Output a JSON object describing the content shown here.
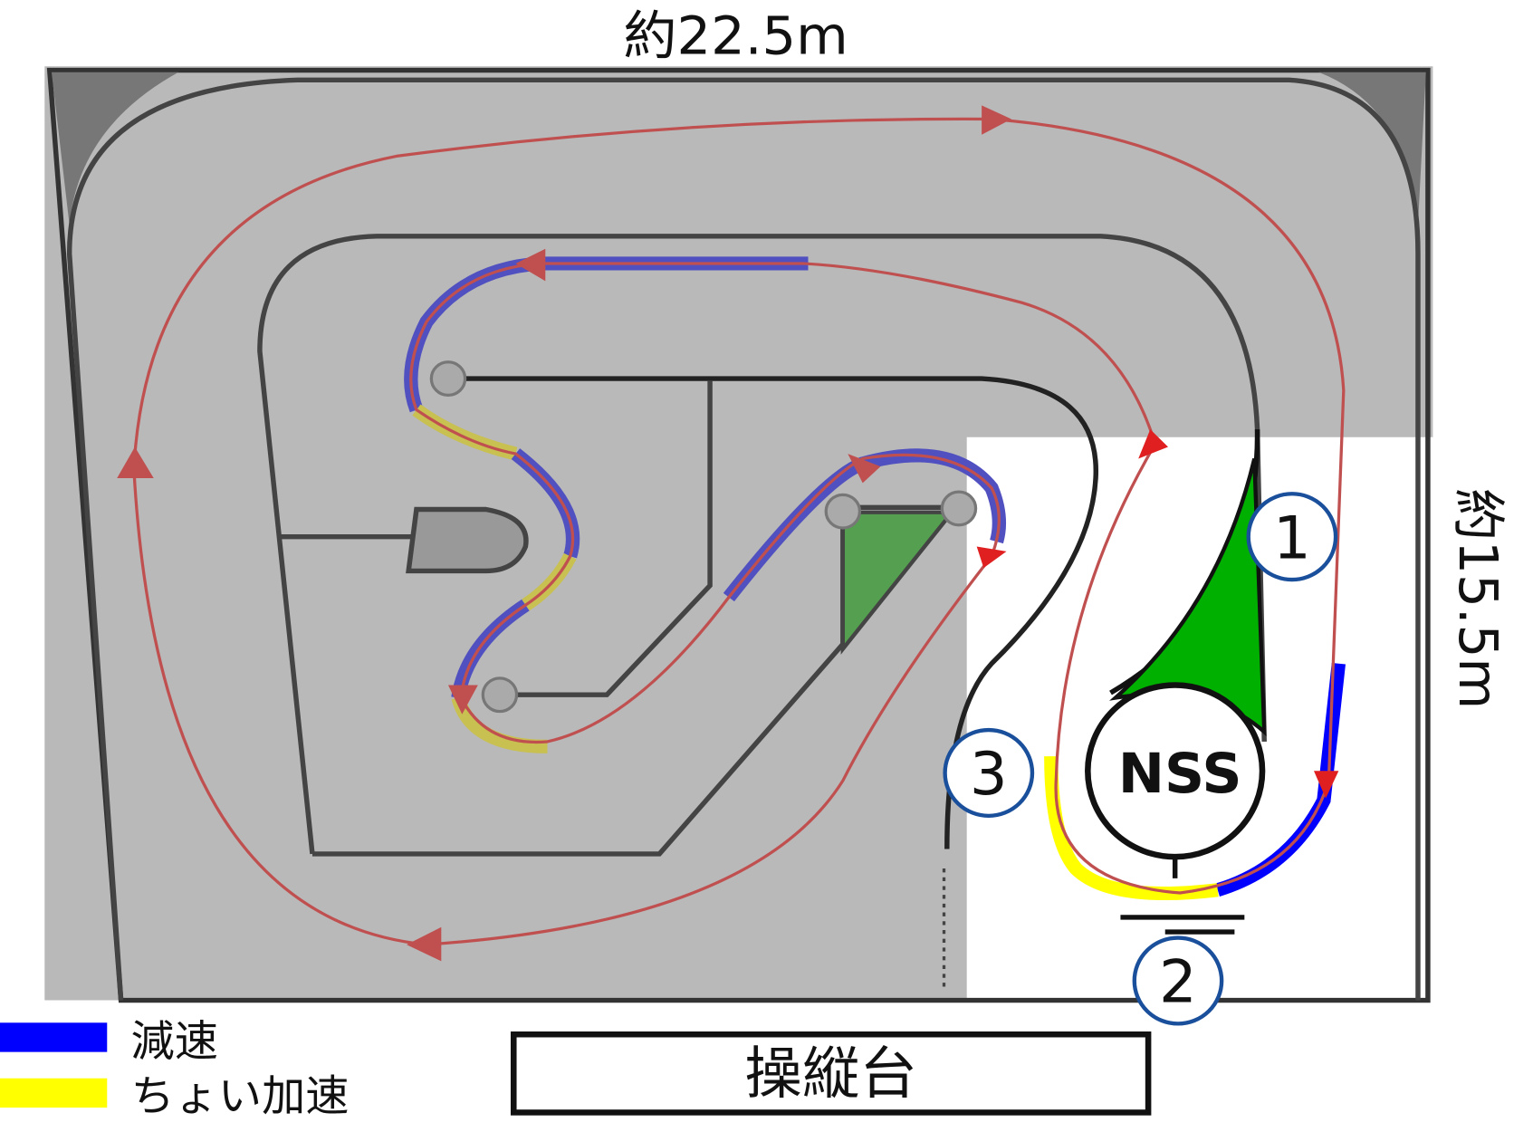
{
  "title": "約22.5m",
  "side_label": "約15.5m",
  "building_label": "NSS",
  "markers": [
    "1",
    "2",
    "3"
  ],
  "control_stand": "操縦台",
  "legend": [
    {
      "label": "減速",
      "color": "#0000ff"
    },
    {
      "label": "ちょい加速",
      "color": "#ffff00"
    }
  ],
  "colors": {
    "track_bg": "#b9b9b9",
    "route": "#e02020",
    "infield": "#00b000",
    "marker_ring": "#1a4f9c"
  }
}
